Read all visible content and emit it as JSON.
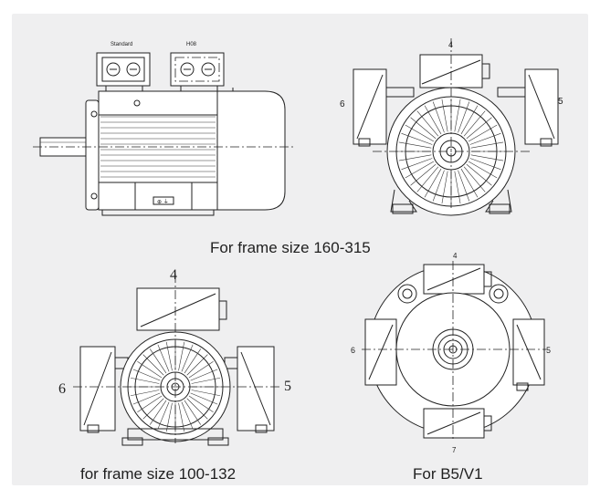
{
  "captions": {
    "frame_160_315": "For frame size 160-315",
    "frame_100_132": "for frame size 100-132",
    "b5_v1": "For B5/V1"
  },
  "side_view": {
    "box_standard": "Standard",
    "box_h08": "H08"
  },
  "positions": {
    "top": "4",
    "left": "6",
    "right": "5",
    "bottom": "7"
  },
  "colors": {
    "panel_bg": "#efeff0",
    "line": "#222222"
  }
}
